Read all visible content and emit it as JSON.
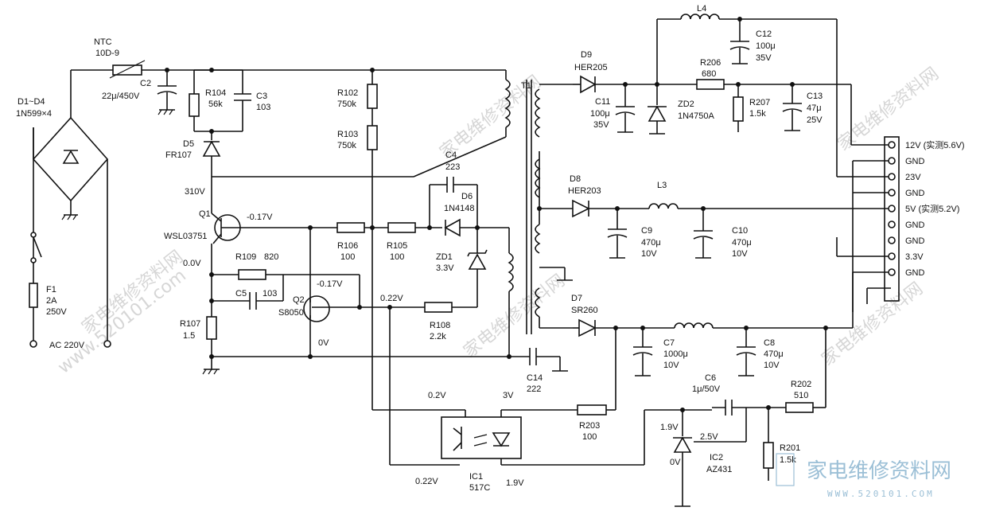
{
  "components": {
    "bridge": {
      "ref": "D1~D4",
      "val": "1N599×4"
    },
    "ntc": {
      "ref": "NTC",
      "val": "10D-9"
    },
    "c2": {
      "ref": "C2",
      "val": "22μ/450V"
    },
    "r104": {
      "ref": "R104",
      "val": "56k"
    },
    "c3": {
      "ref": "C3",
      "val": "103"
    },
    "d5": {
      "ref": "D5",
      "val": "FR107"
    },
    "r102": {
      "ref": "R102",
      "val": "750k"
    },
    "r103": {
      "ref": "R103",
      "val": "750k"
    },
    "t1": {
      "ref": "T1"
    },
    "c4": {
      "ref": "C4",
      "val": "223"
    },
    "d6": {
      "ref": "D6",
      "val": "1N4148"
    },
    "zd1": {
      "ref": "ZD1",
      "val": "3.3V"
    },
    "q1": {
      "ref": "Q1",
      "val": "WSL03751"
    },
    "r106": {
      "ref": "R106",
      "val": "100"
    },
    "r105": {
      "ref": "R105",
      "val": "100"
    },
    "r109": {
      "ref": "R109",
      "val": "820"
    },
    "c5": {
      "ref": "C5",
      "val": "103"
    },
    "q2": {
      "ref": "Q2",
      "val": "S8050"
    },
    "r108": {
      "ref": "R108",
      "val": "2.2k"
    },
    "r107": {
      "ref": "R107",
      "val": "1.5"
    },
    "f1": {
      "ref": "F1",
      "val1": "2A",
      "val2": "250V"
    },
    "ac": {
      "val": "AC 220V"
    },
    "c14": {
      "ref": "C14",
      "val": "222"
    },
    "ic1": {
      "ref": "IC1",
      "val": "517C"
    },
    "r203": {
      "ref": "R203",
      "val": "100"
    },
    "d9": {
      "ref": "D9",
      "val": "HER205"
    },
    "c11": {
      "ref": "C11",
      "val1": "100μ",
      "val2": "35V"
    },
    "zd2": {
      "ref": "ZD2",
      "val": "1N4750A"
    },
    "l4": {
      "ref": "L4"
    },
    "c12": {
      "ref": "C12",
      "val1": "100μ",
      "val2": "35V"
    },
    "r206": {
      "ref": "R206",
      "val": "680"
    },
    "r207": {
      "ref": "R207",
      "val": "1.5k"
    },
    "c13": {
      "ref": "C13",
      "val1": "47μ",
      "val2": "25V"
    },
    "d8": {
      "ref": "D8",
      "val": "HER203"
    },
    "l3": {
      "ref": "L3"
    },
    "c9": {
      "ref": "C9",
      "val1": "470μ",
      "val2": "10V"
    },
    "c10": {
      "ref": "C10",
      "val1": "470μ",
      "val2": "10V"
    },
    "d7": {
      "ref": "D7",
      "val": "SR260"
    },
    "c7": {
      "ref": "C7",
      "val1": "1000μ",
      "val2": "10V"
    },
    "c8": {
      "ref": "C8",
      "val1": "470μ",
      "val2": "10V"
    },
    "c6": {
      "ref": "C6",
      "val": "1μ/50V"
    },
    "r202": {
      "ref": "R202",
      "val": "510"
    },
    "r201": {
      "ref": "R201",
      "val": "1.5k"
    },
    "ic2": {
      "ref": "IC2",
      "val": "AZ431"
    }
  },
  "voltages": {
    "v310": "310V",
    "vq1b": "-0.17V",
    "vq1e": "0.0V",
    "vq2b": "-0.17V",
    "vq2e": "0V",
    "v022a": "0.22V",
    "v02": "0.2V",
    "v3v": "3V",
    "v022b": "0.22V",
    "v19a": "1.9V",
    "v19b": "1.9V",
    "v25": "2.5V",
    "v0b": "0V"
  },
  "connector": [
    "12V (实测5.6V)",
    "GND",
    "23V",
    "GND",
    "5V (实测5.2V)",
    "GND",
    "GND",
    "3.3V",
    "GND"
  ],
  "watermark": {
    "text": "家电维修资料网",
    "url": "www.520101.com",
    "logo_cn": "家电维修资料网",
    "logo_url": "WWW.520101.COM"
  }
}
